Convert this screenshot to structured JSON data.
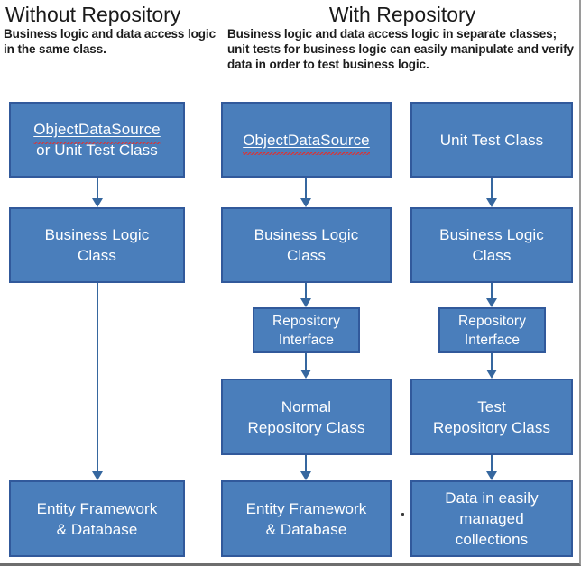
{
  "diagram": {
    "type": "flow-comparison",
    "columns": [
      {
        "id": "without-repository",
        "title": "Without Repository",
        "description": "Business logic and data access logic in the same class.",
        "lanes": [
          "lane-1"
        ]
      },
      {
        "id": "with-repository",
        "title": "With Repository",
        "description": "Business logic and data access logic in separate classes; unit tests for business logic can easily manipulate and verify data in order to test business logic.",
        "lanes": [
          "lane-2",
          "lane-3"
        ]
      }
    ],
    "nodes": {
      "lane1_top": {
        "line1": "ObjectDataSource",
        "line2": "or Unit Test Class",
        "misspelled": "ObjectDataSource"
      },
      "lane1_mid": {
        "line1": "Business Logic",
        "line2": "Class"
      },
      "lane1_bottom": {
        "line1": "Entity Framework",
        "line2": "& Database"
      },
      "lane2_top": {
        "line1": "ObjectDataSource",
        "misspelled": "ObjectDataSource"
      },
      "lane2_logic": {
        "line1": "Business Logic",
        "line2": "Class"
      },
      "lane2_interface": {
        "line1": "Repository",
        "line2": "Interface"
      },
      "lane2_repo": {
        "line1": "Normal",
        "line2": "Repository Class"
      },
      "lane2_bottom": {
        "line1": "Entity Framework",
        "line2": "& Database"
      },
      "lane3_top": {
        "line1": "Unit Test Class"
      },
      "lane3_logic": {
        "line1": "Business Logic",
        "line2": "Class"
      },
      "lane3_interface": {
        "line1": "Repository",
        "line2": "Interface"
      },
      "lane3_repo": {
        "line1": "Test",
        "line2": "Repository Class"
      },
      "lane3_bottom": {
        "line1": "Data in easily",
        "line2": "managed",
        "line3": "collections"
      }
    },
    "colors": {
      "node_fill": "#4A7EBB",
      "node_border": "#31599B",
      "node_text": "#FFFFFF",
      "arrow": "#36679F",
      "spellcheck_underline": "#E03030",
      "background": "#FFFFFF",
      "heading_text": "#1A1A1A"
    },
    "edges": [
      {
        "from": "lane1_top",
        "to": "lane1_mid"
      },
      {
        "from": "lane1_mid",
        "to": "lane1_bottom"
      },
      {
        "from": "lane2_top",
        "to": "lane2_logic"
      },
      {
        "from": "lane2_logic",
        "to": "lane2_interface"
      },
      {
        "from": "lane2_interface",
        "to": "lane2_repo"
      },
      {
        "from": "lane2_repo",
        "to": "lane2_bottom"
      },
      {
        "from": "lane3_top",
        "to": "lane3_logic"
      },
      {
        "from": "lane3_logic",
        "to": "lane3_interface"
      },
      {
        "from": "lane3_interface",
        "to": "lane3_repo"
      },
      {
        "from": "lane3_repo",
        "to": "lane3_bottom"
      }
    ]
  }
}
